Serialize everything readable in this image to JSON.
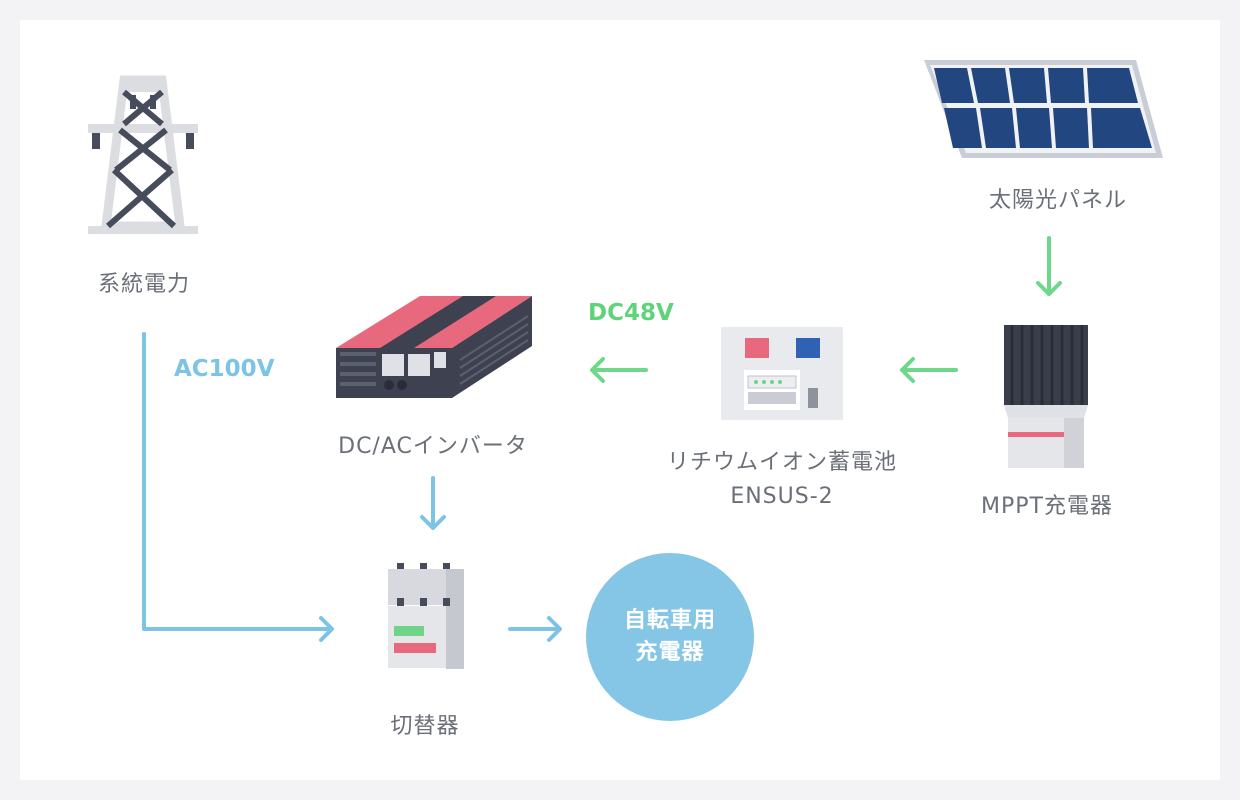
{
  "nodes": {
    "power_grid": "系統電力",
    "solar_panel": "太陽光パネル",
    "inverter": "DC/ACインバータ",
    "battery": "リチウムイオン蓄電池",
    "battery_model": "ENSUS-2",
    "mppt_charger": "MPPT充電器",
    "switch": "切替器",
    "bike_charger": [
      "自転車用",
      "充電器"
    ]
  },
  "flow_labels": {
    "dc": "DC48V",
    "ac": "AC100V"
  },
  "colors": {
    "dc_arrow": "#6ed88a",
    "ac_arrow": "#7cc3e6",
    "bubble": "#85c5e6",
    "label_text": "#6b6f78"
  },
  "icons": [
    "transmission-tower-icon",
    "solar-panel-icon",
    "inverter-icon",
    "battery-cabinet-icon",
    "mppt-charger-icon",
    "switch-icon"
  ]
}
